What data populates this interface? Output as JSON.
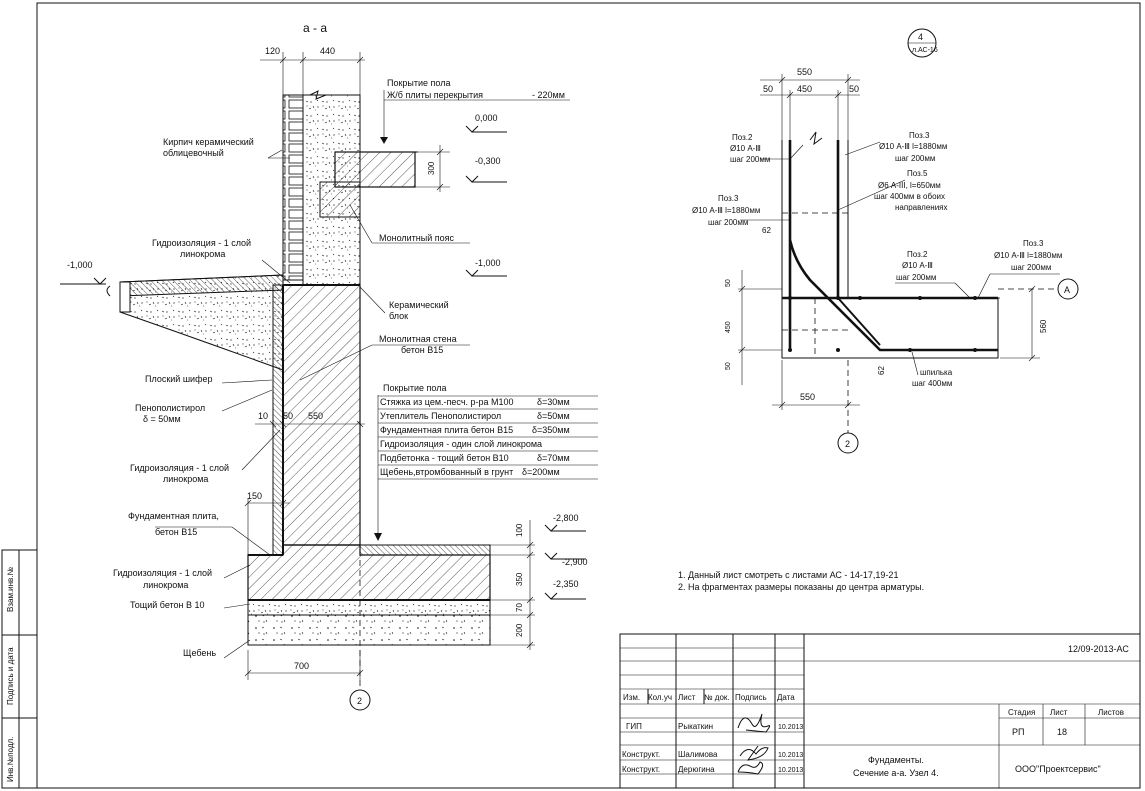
{
  "section_title": "а - а",
  "dims": {
    "d120": "120",
    "d440": "440",
    "d300": "300",
    "d10": "10",
    "d50": "50",
    "d550": "550",
    "d150": "150",
    "d700": "700",
    "d100": "100",
    "d350": "350",
    "d70": "70",
    "d200": "200"
  },
  "levels": {
    "l0": "0,000",
    "lm03": "-0,300",
    "lm1a": "-1,000",
    "lm1b": "-1,000",
    "lm28": "-2,800",
    "lm29": "-2,900",
    "lm235": "-2,350"
  },
  "labels": {
    "floor1": "Покрытие пола",
    "floor2": "Ж/б плиты перекрытия",
    "floor2v": "- 220мм",
    "brick1": "Кирпич керамический",
    "brick2": "облицевочный",
    "mono_belt": "Монолитный пояс",
    "hydro_top1": "Гидроизоляция - 1 слой",
    "hydro_top2": "линокрома",
    "ceramic1": "Керамический",
    "ceramic2": "блок",
    "wall1": "Монолитная стена",
    "wall2": "бетон В15",
    "slate": "Плоский шифер",
    "foam1": "Пенополистирол",
    "foam2": "δ = 50мм",
    "hydro_mid1": "Гидроизоляция - 1 слой",
    "hydro_mid2": "линокрома",
    "slab1": "Фундаментная плита,",
    "slab2": "бетон В15",
    "hydro_bot1": "Гидроизоляция - 1 слой",
    "hydro_bot2": "линокрома",
    "lean": "Тощий бетон В 10",
    "gravel": "Щебень",
    "axis_2a": "2"
  },
  "floor_spec": {
    "title": "Покрытие пола",
    "rows": [
      {
        "name": "Стяжка из цем.-песч. р-ра М100",
        "val": "δ=30мм"
      },
      {
        "name": "Утеплитель Пенополистирол",
        "val": "δ=50мм"
      },
      {
        "name": "Фундаментная плита бетон В15",
        "val": "δ=350мм"
      },
      {
        "name": "Гидроизоляция - один слой линокрома",
        "val": ""
      },
      {
        "name": "Подбетонка - тощий бетон В10",
        "val": "δ=70мм"
      },
      {
        "name": "Щебень,втромбованный в грунт",
        "val": "δ=200мм"
      }
    ]
  },
  "node": {
    "num": "4",
    "sheet": "л.АС-16",
    "d550t": "550",
    "d50l": "50",
    "d450": "450",
    "d50r": "50",
    "d62a": "62",
    "d62b": "62",
    "d50a": "50",
    "d450v": "450",
    "d50b": "50",
    "d560": "560",
    "d550b": "550",
    "p2a": "Поз.2",
    "p2a_1": "Ø10 А-Ⅲ",
    "p2a_2": "шаг 200мм",
    "p3a": "Поз.3",
    "p3a_1": "Ø10 А-Ⅲ l=1880мм",
    "p3a_2": "шаг 200мм",
    "p5": "Поз.5",
    "p5_1": "Ø6 А-III, l=650мм",
    "p5_2": "шаг 400мм в обоих",
    "p5_3": "направлениях",
    "p3b": "Поз.3",
    "p3b_1": "Ø10 А-Ⅲ l=1880мм",
    "p3b_2": "шаг 200мм",
    "p2b": "Поз.2",
    "p2b_1": "Ø10 А-Ⅲ",
    "p2b_2": "шаг 200мм",
    "p3c": "Поз.3",
    "p3c_1": "Ø10 А-Ⅲ l=1880мм",
    "p3c_2": "шаг 200мм",
    "pin1": "шпилька",
    "pin2": "шаг 400мм",
    "axisA": "А",
    "axis2": "2"
  },
  "notes": [
    "1. Данный лист смотреть с листами АС - 14-17,19-21",
    "2. На фрагментах размеры показаны до центра арматуры."
  ],
  "side_stamp": [
    "Взам.инв.№",
    "Подпись и дата",
    "Инв.№подл."
  ],
  "title_block": {
    "code": "12/09-2013-АС",
    "cols": [
      "Изм.",
      "Кол.уч",
      "Лист",
      "№ док.",
      "Подпись",
      "Дата"
    ],
    "people": [
      {
        "role": "ГИП",
        "name": "Рыкаткин",
        "date": "10.2013"
      },
      {
        "role": "Конструкт.",
        "name": "Шалимова",
        "date": "10.2013"
      },
      {
        "role": "Конструкт.",
        "name": "Дерюгина",
        "date": "10.2013"
      }
    ],
    "title1": "Фундаменты.",
    "title2": "Сечение а-а. Узел 4.",
    "stage_h": "Стадия",
    "sheet_h": "Лист",
    "sheets_h": "Листов",
    "stage": "РП",
    "sheet": "18",
    "org": "ООО\"Проектсервис\""
  }
}
